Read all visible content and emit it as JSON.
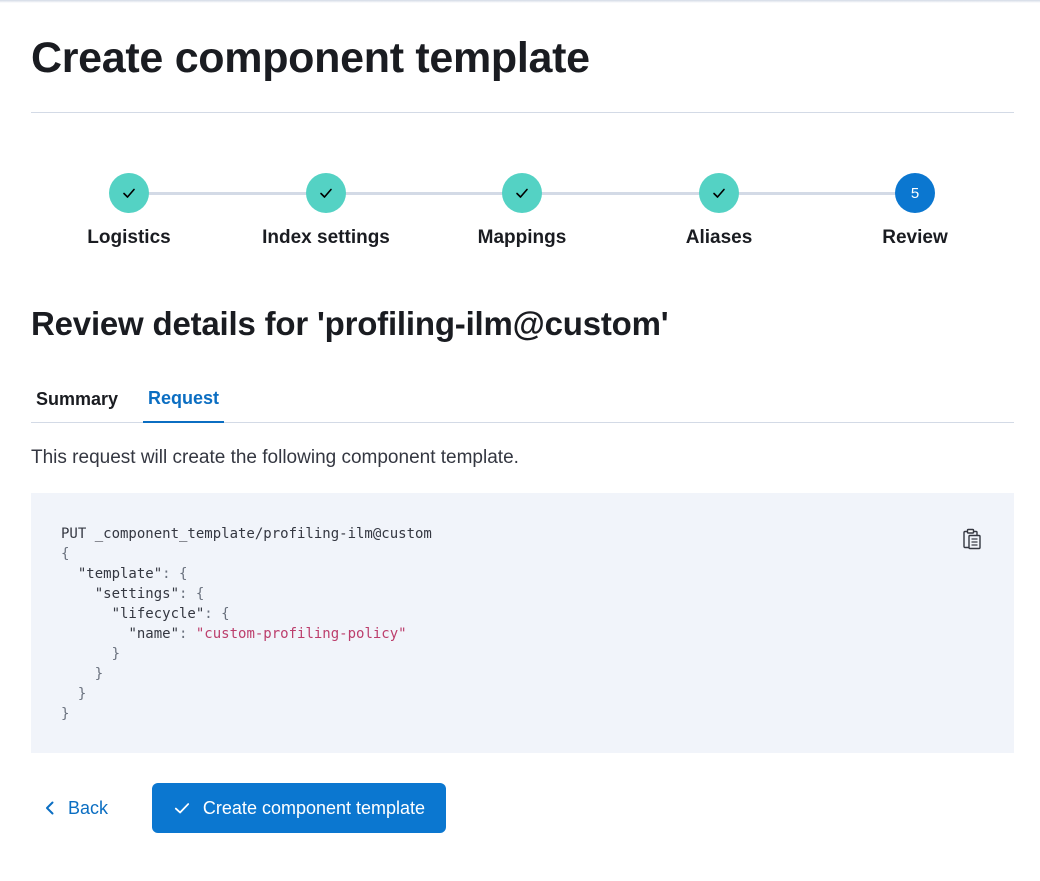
{
  "page": {
    "title": "Create component template"
  },
  "stepper": {
    "steps": [
      {
        "label": "Logistics",
        "status": "complete"
      },
      {
        "label": "Index settings",
        "status": "complete"
      },
      {
        "label": "Mappings",
        "status": "complete"
      },
      {
        "label": "Aliases",
        "status": "complete"
      },
      {
        "label": "Review",
        "status": "current",
        "number": "5"
      }
    ],
    "colors": {
      "complete": "#54d2c4",
      "current": "#0b77d0",
      "line": "#d3dae6"
    }
  },
  "review": {
    "title": "Review details for 'profiling-ilm@custom'",
    "tabs": [
      {
        "label": "Summary",
        "selected": false
      },
      {
        "label": "Request",
        "selected": true
      }
    ],
    "description": "This request will create the following component template."
  },
  "request": {
    "method_line": "PUT _component_template/profiling-ilm@custom",
    "key_template": "\"template\"",
    "key_settings": "\"settings\"",
    "key_lifecycle": "\"lifecycle\"",
    "key_name": "\"name\"",
    "value_name": "\"custom-profiling-policy\"",
    "copy_icon": "clipboard-icon"
  },
  "actions": {
    "back_label": "Back",
    "back_icon": "chevron-left-icon",
    "create_label": "Create component template",
    "create_icon": "check-icon"
  }
}
